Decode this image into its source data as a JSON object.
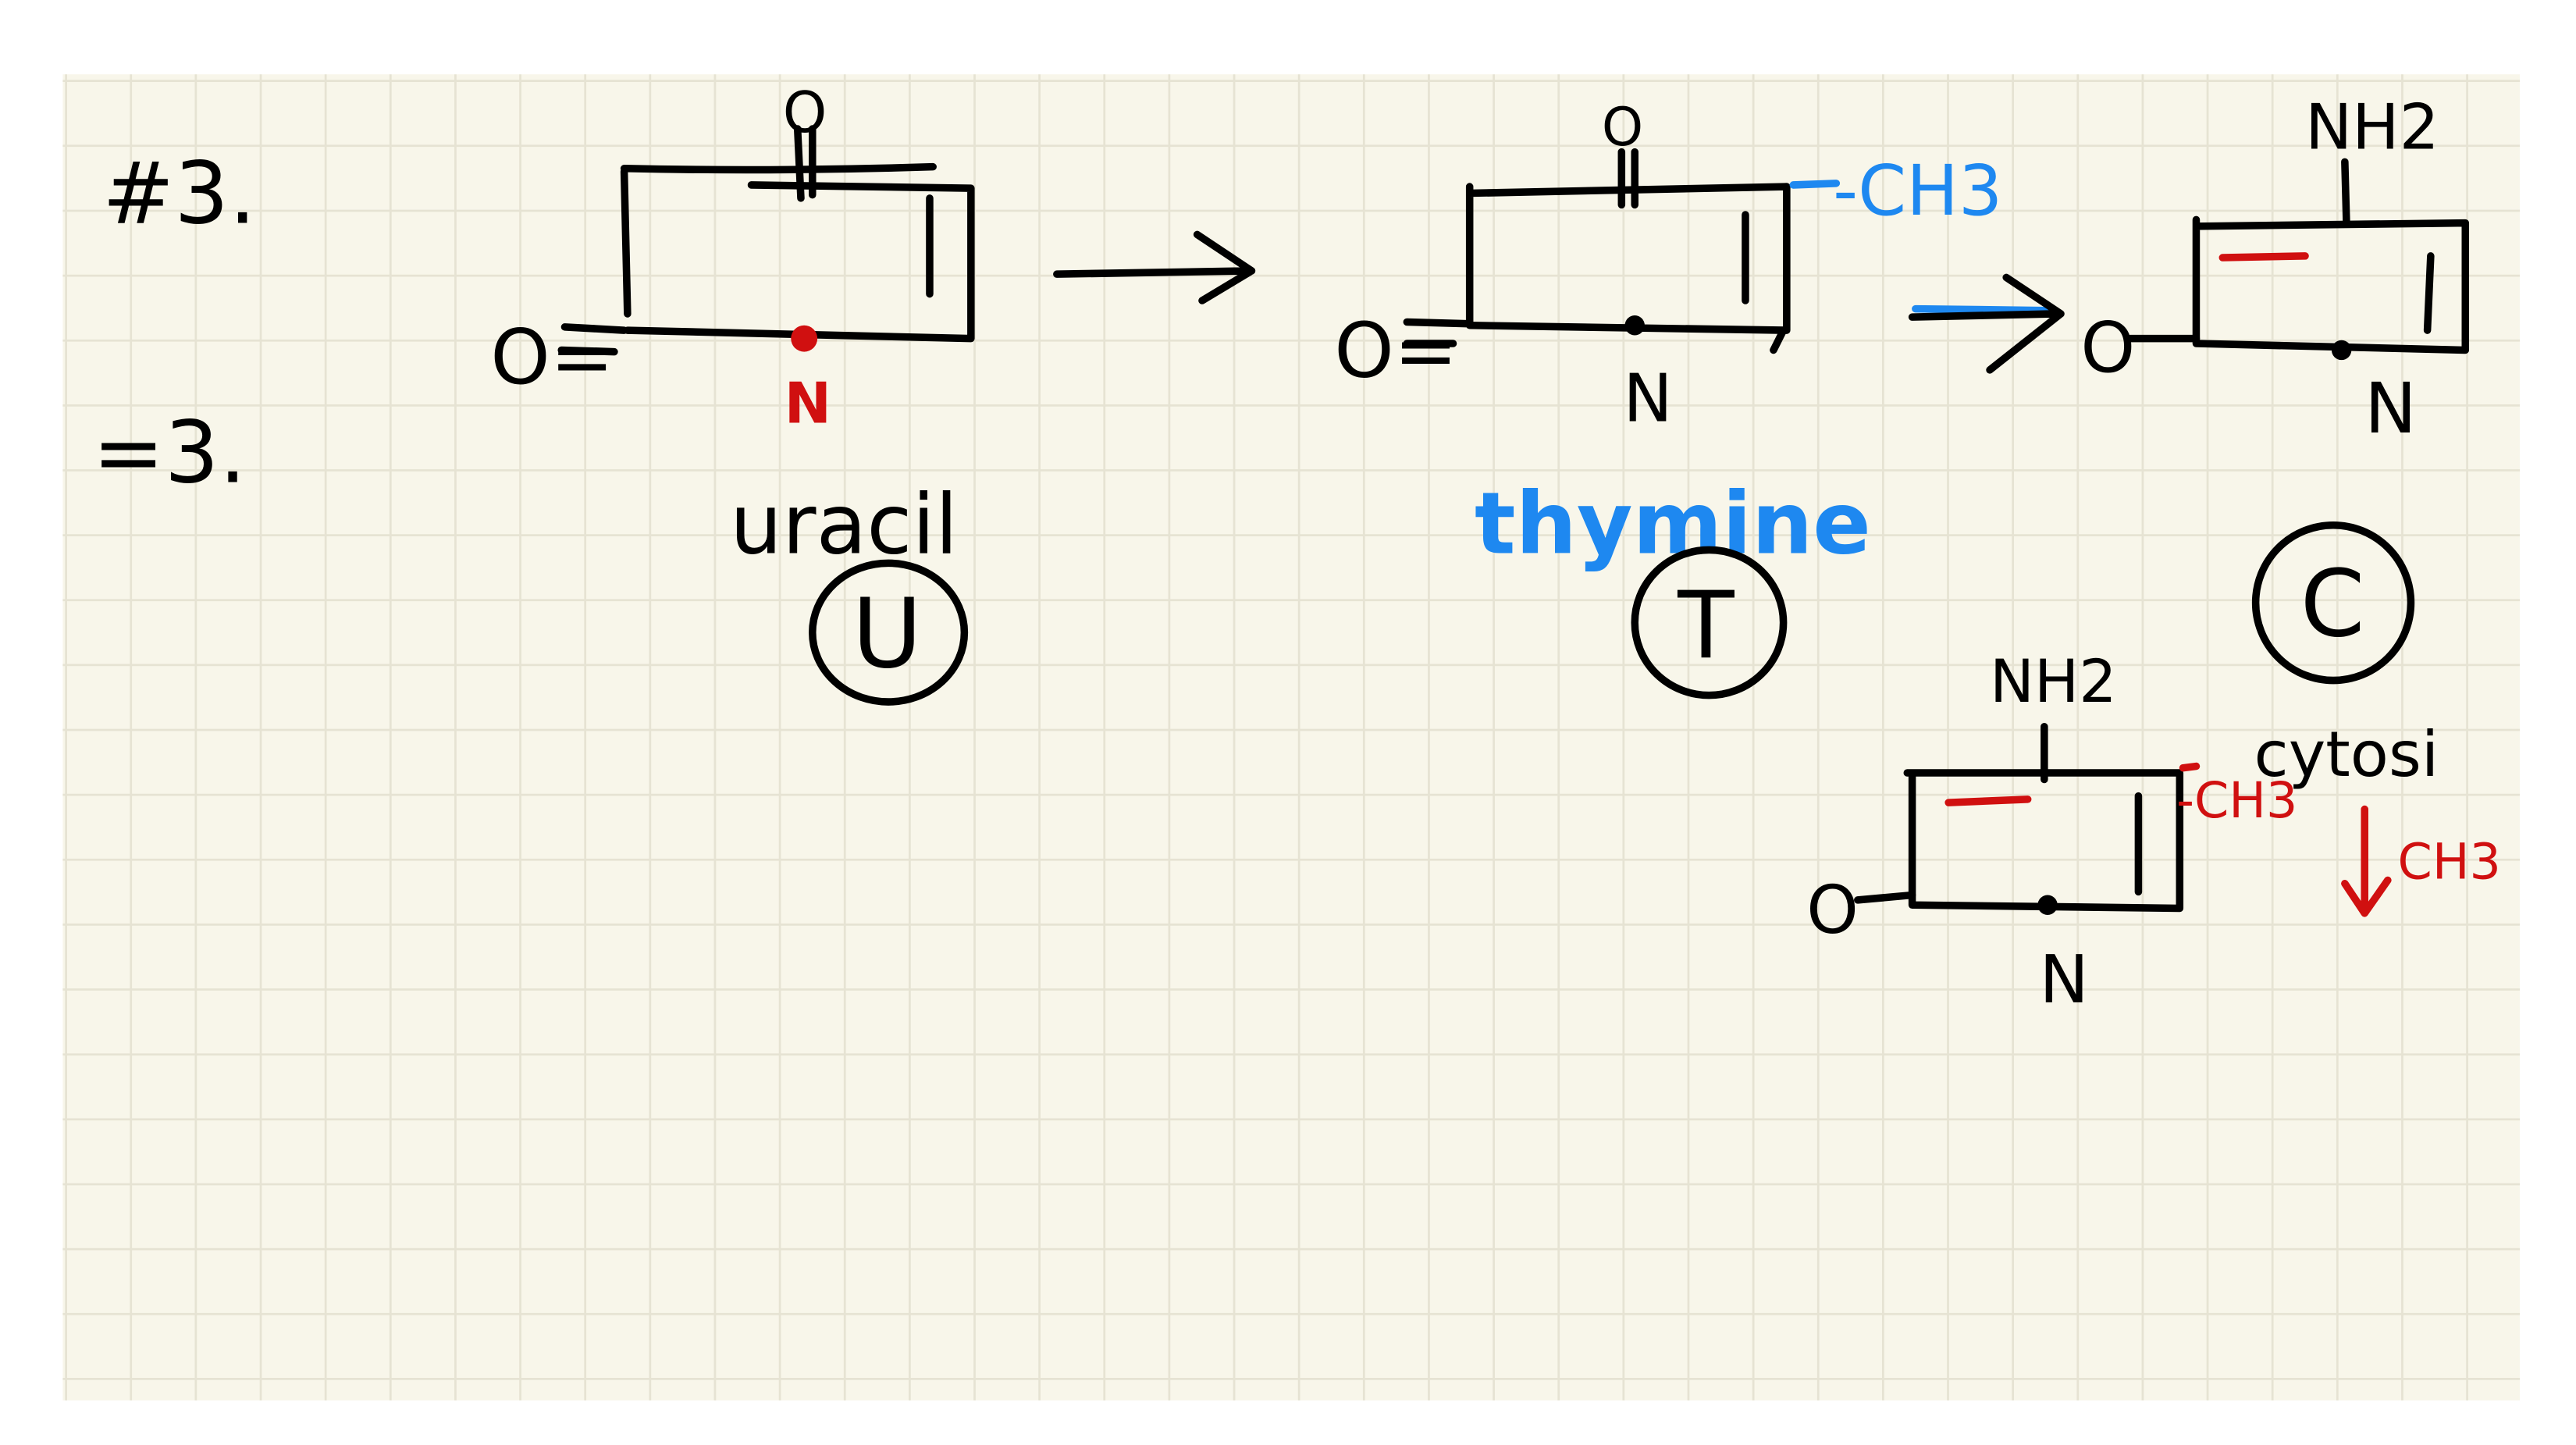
{
  "colors": {
    "paper": "#f8f6ea",
    "grid": "#e6e3d3",
    "ink": "#000000",
    "red": "#d01010",
    "blue": "#1e88f0"
  },
  "margin_notes": {
    "item_number": "#3.",
    "equals_note": "=3."
  },
  "uracil": {
    "top_atom": "O",
    "left_atom": "O=",
    "bottom_atom": "N",
    "name": "uracil",
    "letter": "U"
  },
  "thymine": {
    "top_atom": "O",
    "left_atom": "O=",
    "bottom_atom": "N",
    "methyl": "-CH3",
    "name": "thymine",
    "letter": "T"
  },
  "cytosine": {
    "top_group": "NH2",
    "left_atom": "O",
    "bottom_atom": "N",
    "letter": "C"
  },
  "methyl_cytosine": {
    "top_group": "NH2",
    "left_atom": "O",
    "bottom_atom": "N",
    "methyl": "-CH3",
    "name": "cytosi",
    "arrow_label": "CH3"
  }
}
